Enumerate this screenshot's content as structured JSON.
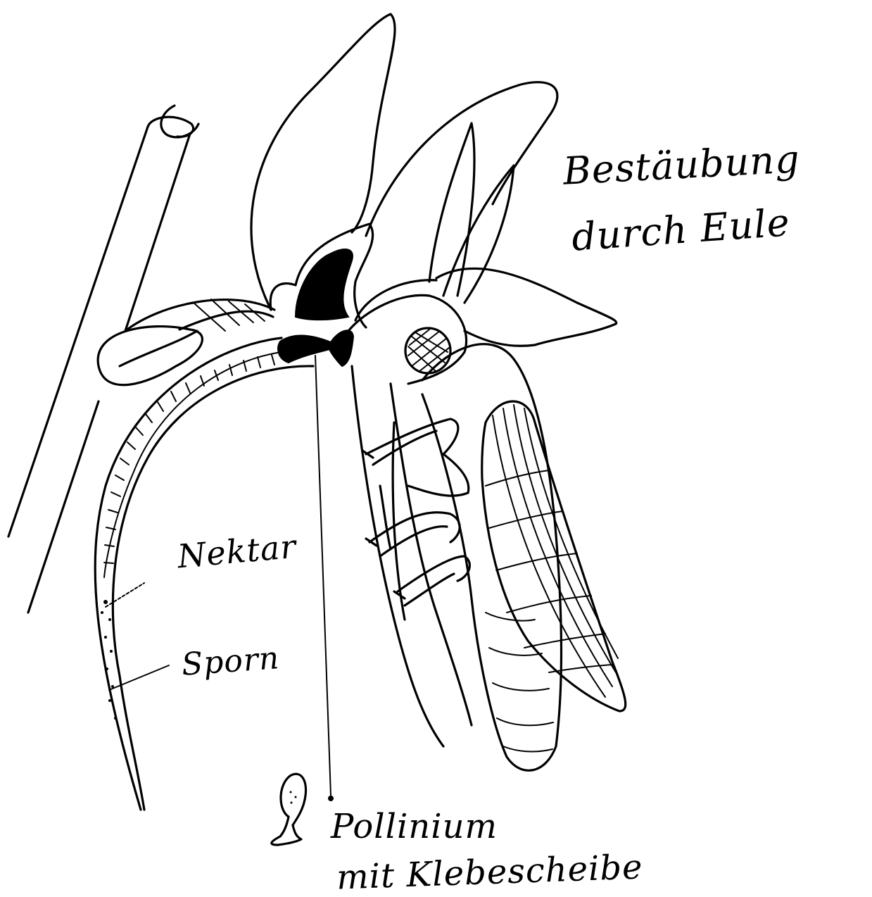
{
  "title": {
    "line1": "Bestäubung",
    "line2": "durch Eule"
  },
  "labels": {
    "nektar": "Nektar",
    "sporn": "Sporn",
    "pollinium_line1": "Pollinium",
    "pollinium_line2": "mit Klebescheibe"
  },
  "colors": {
    "ink": "#000000",
    "paper": "#ffffff"
  }
}
